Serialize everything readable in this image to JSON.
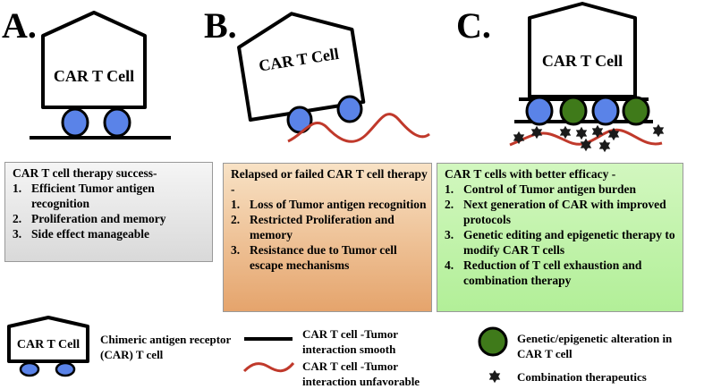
{
  "panels": {
    "a": {
      "letter": "A.",
      "cell_label": "CAR T Cell"
    },
    "b": {
      "letter": "B.",
      "cell_label": "CAR T Cell"
    },
    "c": {
      "letter": "C.",
      "cell_label": "CAR T Cell"
    }
  },
  "boxes": {
    "a": {
      "title": "CAR T cell therapy success-",
      "items": [
        {
          "num": "1.",
          "text": "Efficient Tumor antigen recognition"
        },
        {
          "num": "2.",
          "text": "Proliferation and memory"
        },
        {
          "num": "3.",
          "text": "Side effect manageable"
        }
      ]
    },
    "b": {
      "title": "Relapsed or failed CAR T cell therapy -",
      "items": [
        {
          "num": "1.",
          "text": "Loss of Tumor antigen recognition"
        },
        {
          "num": "2.",
          "text": "Restricted Proliferation and memory"
        },
        {
          "num": "3.",
          "text": "Resistance due to Tumor cell escape mechanisms"
        }
      ]
    },
    "c": {
      "title": "CAR T cells with better efficacy -",
      "items": [
        {
          "num": "1.",
          "text": "Control of Tumor antigen burden"
        },
        {
          "num": "2.",
          "text": "Next generation of CAR with improved protocols"
        },
        {
          "num": "3.",
          "text": "Genetic editing and epigenetic therapy to modify CAR T cells"
        },
        {
          "num": "4.",
          "text": "Reduction of T cell exhaustion and combination therapy"
        }
      ]
    }
  },
  "legend": {
    "cell_label": "CAR T Cell",
    "car_cell": "Chimeric antigen receptor (CAR) T cell",
    "smooth": "CAR T cell -Tumor interaction smooth",
    "unfavorable": "CAR T cell -Tumor interaction unfavorable",
    "genetic": "Genetic/epigenetic alteration in CAR T cell",
    "combination": "Combination therapeutics"
  },
  "colors": {
    "wheel_blue": "#5a83e8",
    "wheel_green": "#3f7a1a",
    "wave_red": "#c0392b",
    "star": "#1a1a1a"
  }
}
